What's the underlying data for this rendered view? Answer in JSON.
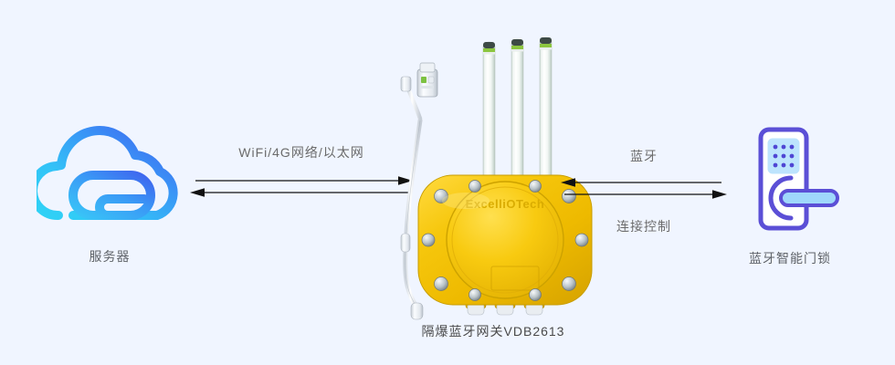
{
  "page": {
    "background_color": "#f0f5ff",
    "label_color": "#5f6368"
  },
  "nodes": [
    {
      "id": "server",
      "label": "服务器",
      "icon": "cloud-icon",
      "colors": {
        "start": "#2fd3f5",
        "mid": "#35b6f7",
        "end": "#3a6ff2"
      }
    },
    {
      "id": "gateway",
      "label": "隔爆蓝牙网关VDB2613",
      "icon": "explosion-proof-bluetooth-gateway-image",
      "brand_text": "ExcelliOTech",
      "colors": {
        "body": "#f2c200",
        "body_dark": "#d9a800",
        "body_light": "#ffdc3a"
      }
    },
    {
      "id": "lock",
      "label": "蓝牙智能门锁",
      "icon": "smart-door-lock-icon",
      "colors": {
        "outline": "#5b4fd6",
        "fill": "#9fd8fb",
        "panel": "#bde4fd"
      }
    }
  ],
  "links": [
    {
      "id": "server-to-gateway",
      "caption": "WiFi/4G网络/以太网",
      "caption_bottom": "",
      "arrows": [
        "right",
        "left"
      ]
    },
    {
      "id": "gateway-to-lock",
      "caption": "蓝牙",
      "caption_bottom": "连接控制",
      "arrows": [
        "left",
        "right"
      ]
    }
  ]
}
